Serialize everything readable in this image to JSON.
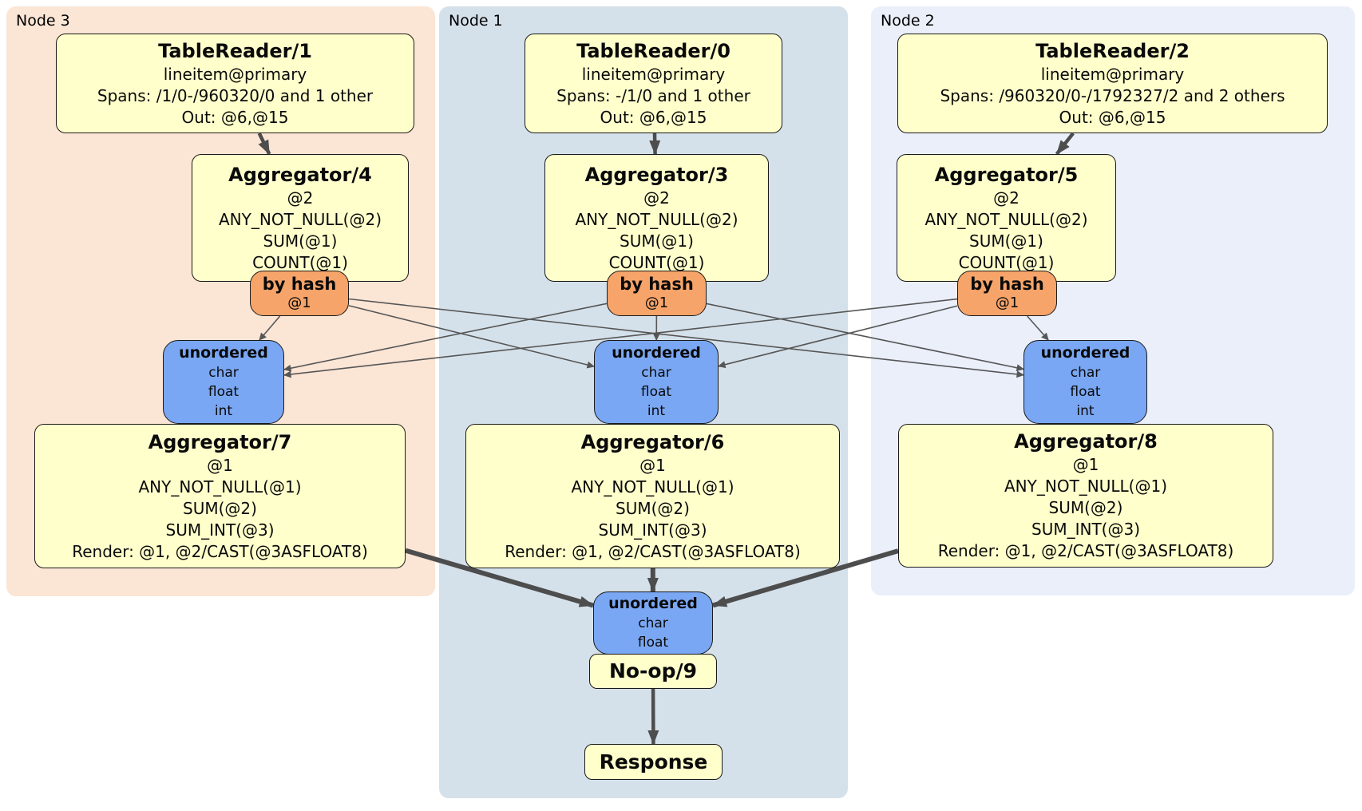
{
  "regions": {
    "node3": {
      "label": "Node 3"
    },
    "node1": {
      "label": "Node 1"
    },
    "node2": {
      "label": "Node 2"
    }
  },
  "boxes": {
    "tr1": {
      "title": "TableReader/1",
      "lines": [
        "lineitem@primary",
        "Spans: /1/0-/960320/0 and 1 other",
        "Out: @6,@15"
      ]
    },
    "tr0": {
      "title": "TableReader/0",
      "lines": [
        "lineitem@primary",
        "Spans: -/1/0 and 1 other",
        "Out: @6,@15"
      ]
    },
    "tr2": {
      "title": "TableReader/2",
      "lines": [
        "lineitem@primary",
        "Spans: /960320/0-/1792327/2 and 2 others",
        "Out: @6,@15"
      ]
    },
    "agg4": {
      "title": "Aggregator/4",
      "lines": [
        "@2",
        "ANY_NOT_NULL(@2)",
        "SUM(@1)",
        "COUNT(@1)"
      ]
    },
    "agg3": {
      "title": "Aggregator/3",
      "lines": [
        "@2",
        "ANY_NOT_NULL(@2)",
        "SUM(@1)",
        "COUNT(@1)"
      ]
    },
    "agg5": {
      "title": "Aggregator/5",
      "lines": [
        "@2",
        "ANY_NOT_NULL(@2)",
        "SUM(@1)",
        "COUNT(@1)"
      ]
    },
    "bh3": {
      "title": "by hash",
      "lines": [
        "@1"
      ]
    },
    "bh1": {
      "title": "by hash",
      "lines": [
        "@1"
      ]
    },
    "bh2": {
      "title": "by hash",
      "lines": [
        "@1"
      ]
    },
    "un3": {
      "title": "unordered",
      "lines": [
        "char",
        "float",
        "int"
      ]
    },
    "un1": {
      "title": "unordered",
      "lines": [
        "char",
        "float",
        "int"
      ]
    },
    "un2": {
      "title": "unordered",
      "lines": [
        "char",
        "float",
        "int"
      ]
    },
    "agg7": {
      "title": "Aggregator/7",
      "lines": [
        "@1",
        "ANY_NOT_NULL(@1)",
        "SUM(@2)",
        "SUM_INT(@3)",
        "Render: @1, @2/CAST(@3ASFLOAT8)"
      ]
    },
    "agg6": {
      "title": "Aggregator/6",
      "lines": [
        "@1",
        "ANY_NOT_NULL(@1)",
        "SUM(@2)",
        "SUM_INT(@3)",
        "Render: @1, @2/CAST(@3ASFLOAT8)"
      ]
    },
    "agg8": {
      "title": "Aggregator/8",
      "lines": [
        "@1",
        "ANY_NOT_NULL(@1)",
        "SUM(@2)",
        "SUM_INT(@3)",
        "Render: @1, @2/CAST(@3ASFLOAT8)"
      ]
    },
    "unf": {
      "title": "unordered",
      "lines": [
        "char",
        "float"
      ]
    },
    "noop": {
      "title": "No-op/9"
    },
    "resp": {
      "title": "Response"
    }
  },
  "edges": [
    {
      "from": "tr1",
      "to": "agg4",
      "kind": "main"
    },
    {
      "from": "tr0",
      "to": "agg3",
      "kind": "main"
    },
    {
      "from": "tr2",
      "to": "agg5",
      "kind": "main"
    },
    {
      "from": "bh3",
      "to": "un3",
      "kind": "fan"
    },
    {
      "from": "bh3",
      "to": "un1",
      "kind": "fan"
    },
    {
      "from": "bh3",
      "to": "un2",
      "kind": "fan"
    },
    {
      "from": "bh1",
      "to": "un3",
      "kind": "fan"
    },
    {
      "from": "bh1",
      "to": "un1",
      "kind": "fan"
    },
    {
      "from": "bh1",
      "to": "un2",
      "kind": "fan"
    },
    {
      "from": "bh2",
      "to": "un3",
      "kind": "fan"
    },
    {
      "from": "bh2",
      "to": "un1",
      "kind": "fan"
    },
    {
      "from": "bh2",
      "to": "un2",
      "kind": "fan"
    },
    {
      "from": "agg7",
      "to": "unf",
      "kind": "merge"
    },
    {
      "from": "agg6",
      "to": "unf",
      "kind": "merge"
    },
    {
      "from": "agg8",
      "to": "unf",
      "kind": "merge"
    },
    {
      "from": "noop",
      "to": "resp",
      "kind": "main"
    }
  ],
  "colors": {
    "node3_bg": "#fbe5d5",
    "node1_bg": "#d5e1ea",
    "node2_bg": "#eaeffa",
    "processor_fill": "#ffffcc",
    "router_fill": "#f6a469",
    "sync_fill": "#7aa7f3",
    "edge_color": "#4d4d4d"
  }
}
